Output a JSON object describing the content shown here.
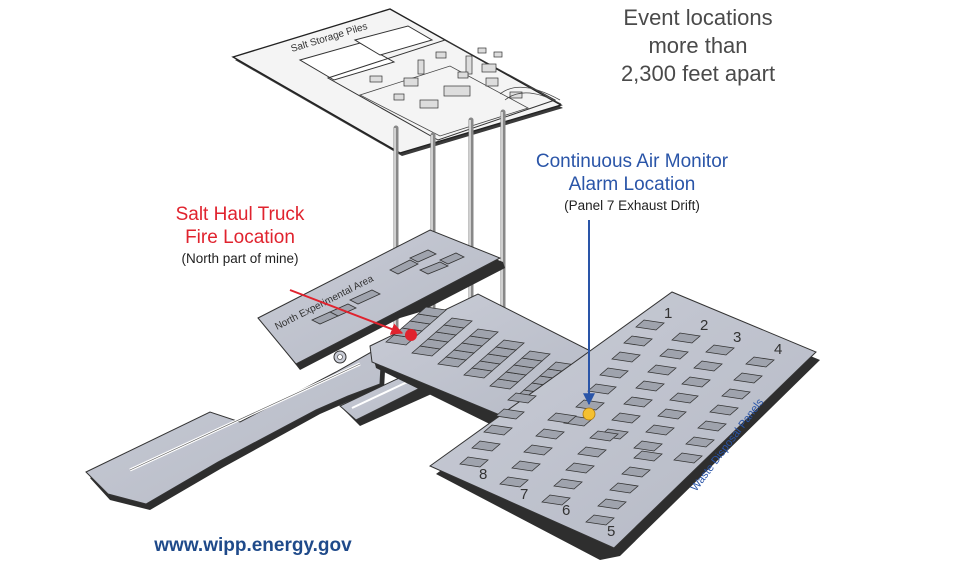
{
  "title_note": {
    "line1": "Event locations",
    "line2": "more than",
    "line3": "2,300 feet apart"
  },
  "surface": {
    "label": "Salt Storage Piles"
  },
  "cam_event": {
    "title_line1": "Continuous Air Monitor",
    "title_line2": "Alarm Location",
    "subtitle": "(Panel 7 Exhaust Drift)",
    "color": "#2a55a8",
    "marker_color": "#f5c030"
  },
  "fire_event": {
    "title_line1": "Salt Haul Truck",
    "title_line2": "Fire Location",
    "subtitle": "(North part of mine)",
    "color": "#e0232e",
    "marker_color": "#e0232e"
  },
  "underground": {
    "north_area_label": "North Experimental Area",
    "waste_area_label": "Waste Disposal Panels",
    "waste_label_color": "#2a55a8",
    "panels": [
      "1",
      "2",
      "3",
      "4",
      "5",
      "6",
      "7",
      "8"
    ]
  },
  "footer": {
    "url": "www.wipp.energy.gov"
  }
}
